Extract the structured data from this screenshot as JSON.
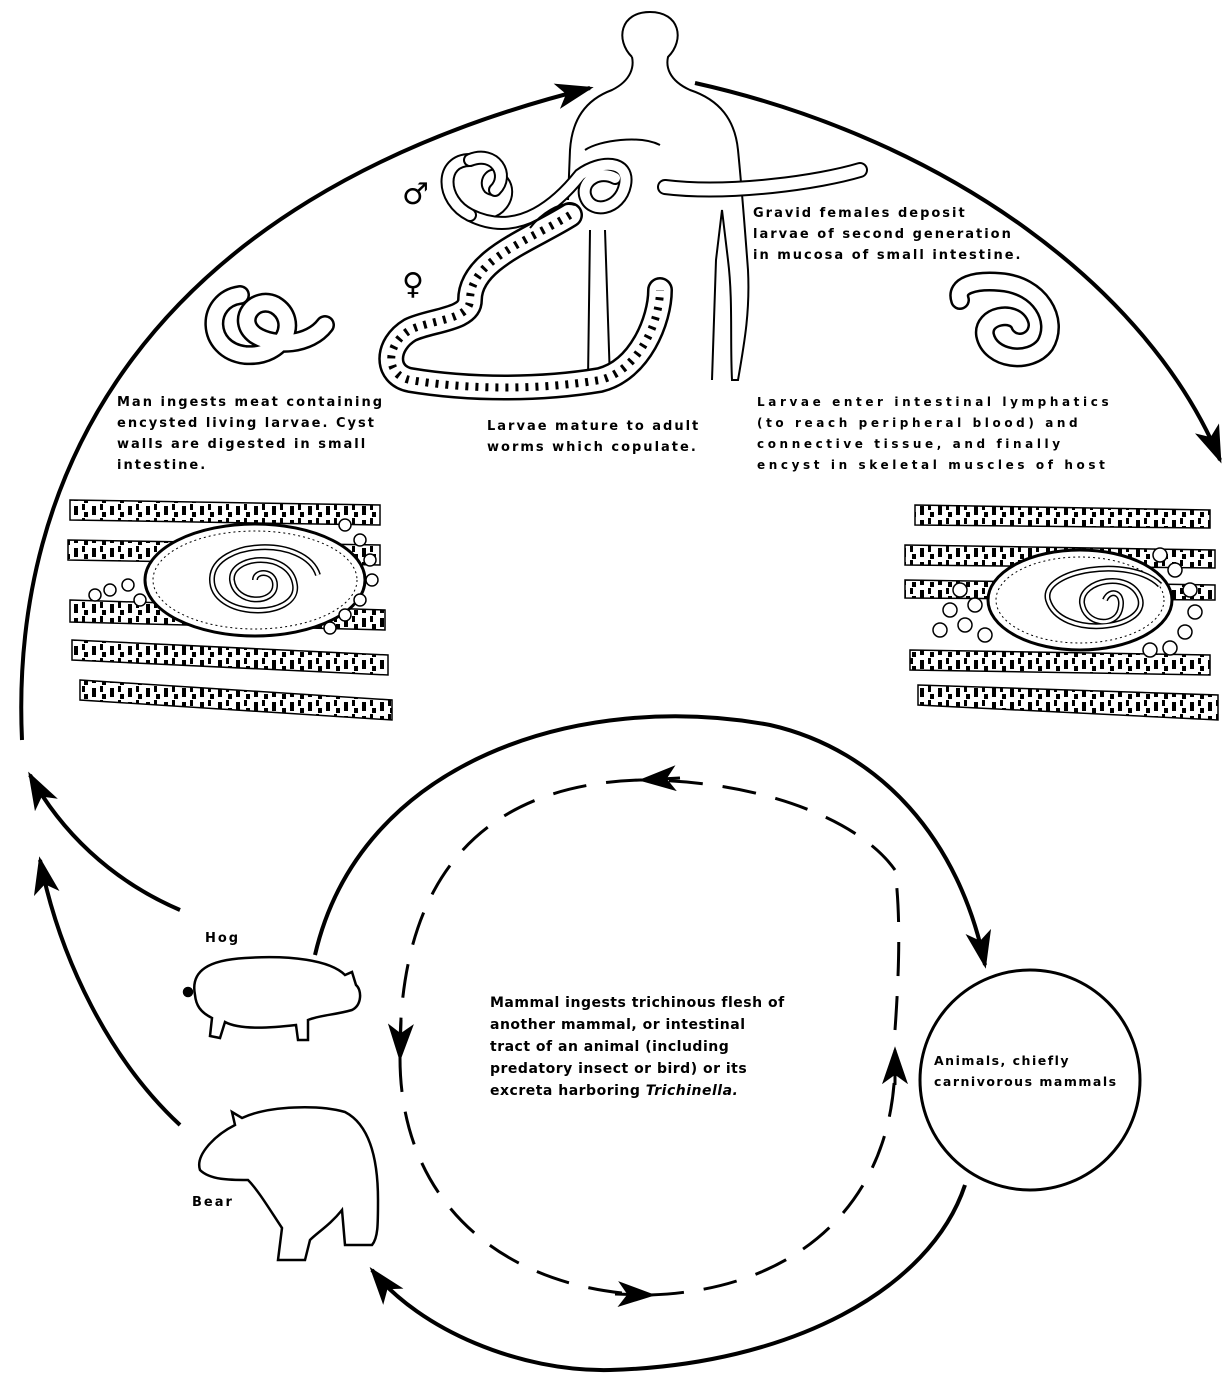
{
  "symbols": {
    "male": "♂",
    "female": "♀"
  },
  "captions": {
    "gravid": [
      "Gravid females deposit",
      "larvae of second generation",
      "in mucosa of small intestine."
    ],
    "ingest": [
      "Man ingests meat containing",
      "encysted living larvae. Cyst",
      "walls are digested in small",
      "intestine."
    ],
    "mature": [
      "Larvae mature to adult",
      "worms which copulate."
    ],
    "lymph": [
      "Larvae enter intestinal lymphatics",
      "(to reach peripheral blood) and",
      "connective tissue, and finally",
      "encyst in skeletal muscles of host"
    ],
    "center_lines": [
      "Mammal ingests trichinous flesh of",
      "another mammal, or intestinal",
      "tract of an animal (including",
      "predatory insect or bird) or its"
    ],
    "center_last_prefix": "excreta harboring ",
    "center_last_italic": "Trichinella.",
    "animals": [
      "Animals, chiefly",
      "carnivorous mammals"
    ]
  },
  "hosts": {
    "hog": "Hog",
    "bear": "Bear"
  },
  "colors": {
    "ink": "#000000",
    "paper": "#ffffff"
  }
}
